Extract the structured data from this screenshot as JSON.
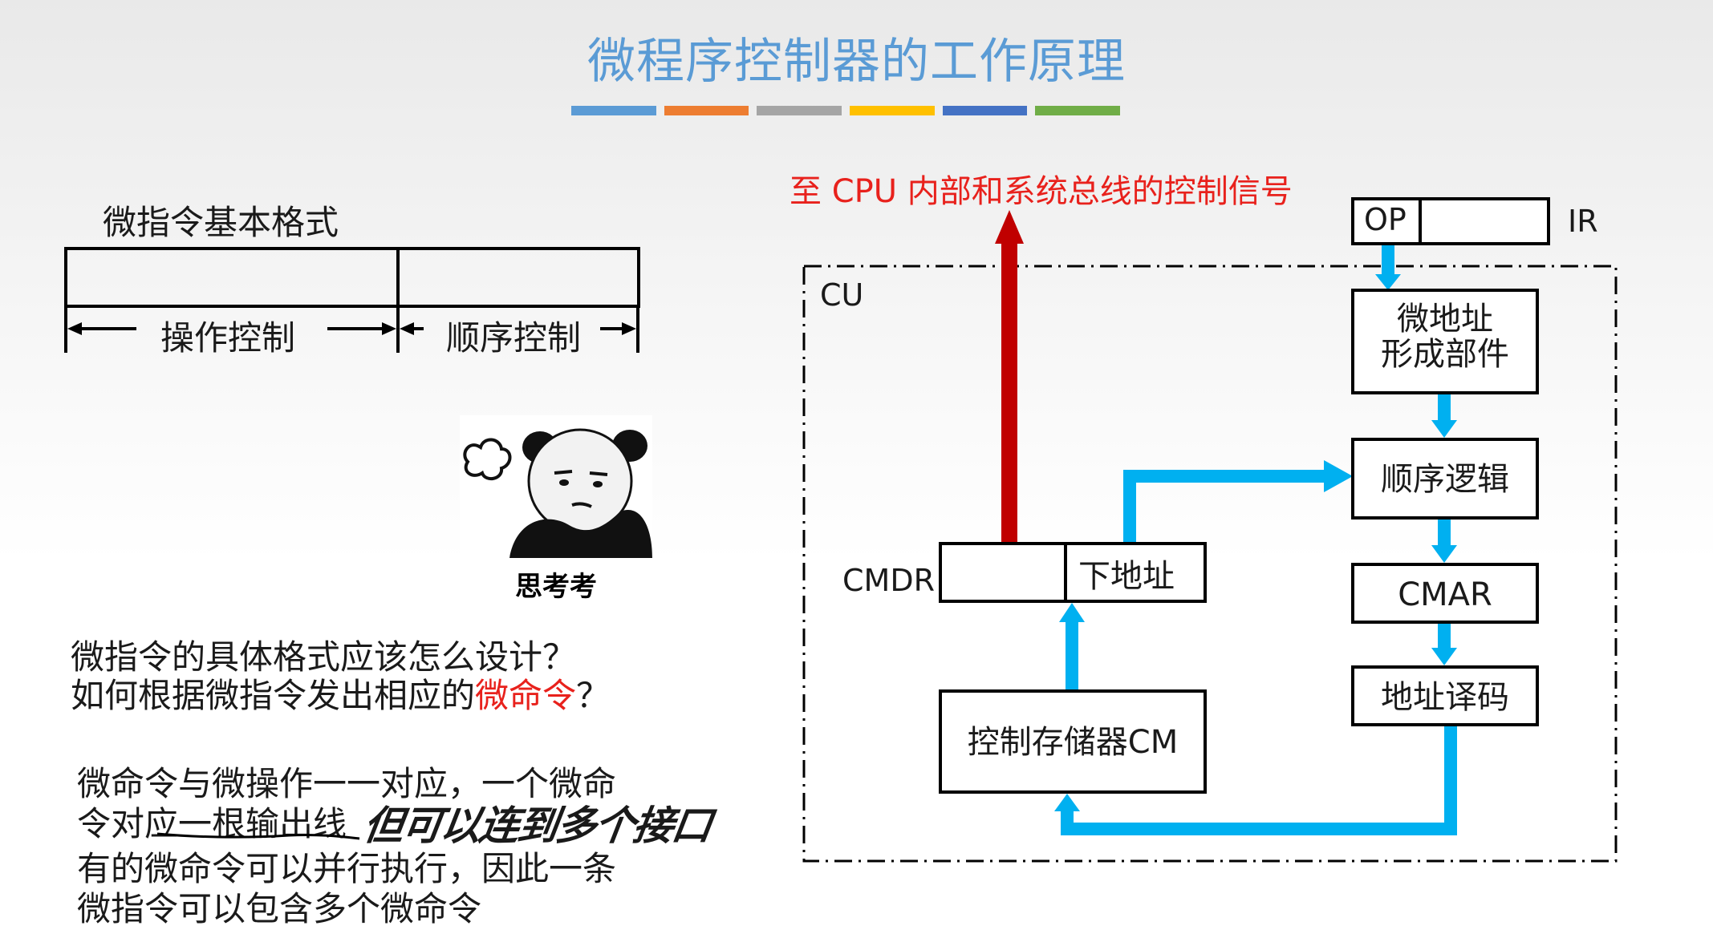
{
  "title": "微程序控制器的工作原理",
  "accent_bars": [
    "#5b9bd5",
    "#ed7d31",
    "#a5a5a5",
    "#ffc000",
    "#4472c4",
    "#70ad47"
  ],
  "format": {
    "heading": "微指令基本格式",
    "op_label": "操作控制",
    "seq_label": "顺序控制"
  },
  "emoji_caption": "思考考",
  "questions": {
    "line1": "微指令的具体格式应该怎么设计？",
    "line2_prefix": "如何根据微指令发出相应的",
    "line2_red": "微命令",
    "line2_suffix": "？"
  },
  "notes": {
    "line1": "微命令与微操作一一对应，一个微命",
    "line2": "令对应一根输出线",
    "handwritten": "但可以连到多个接口",
    "line3": "有的微命令可以并行执行，因此一条",
    "line4": "微指令可以包含多个微命令"
  },
  "diagram": {
    "signal_label": "至 CPU 内部和系统总线的控制信号",
    "ir": {
      "op": "OP",
      "label": "IR"
    },
    "cu_label": "CU",
    "addr_form": {
      "line1": "微地址",
      "line2": "形成部件"
    },
    "seq_logic": "顺序逻辑",
    "cmar": "CMAR",
    "decoder": "地址译码",
    "cmdr": {
      "label": "CMDR",
      "next_addr": "下地址"
    },
    "cm": "控制存储器CM",
    "colors": {
      "blue_arrow": "#00b0f0",
      "red_arrow": "#c00000",
      "red_text": "#e8211c",
      "title": "#5a9bd5"
    }
  }
}
